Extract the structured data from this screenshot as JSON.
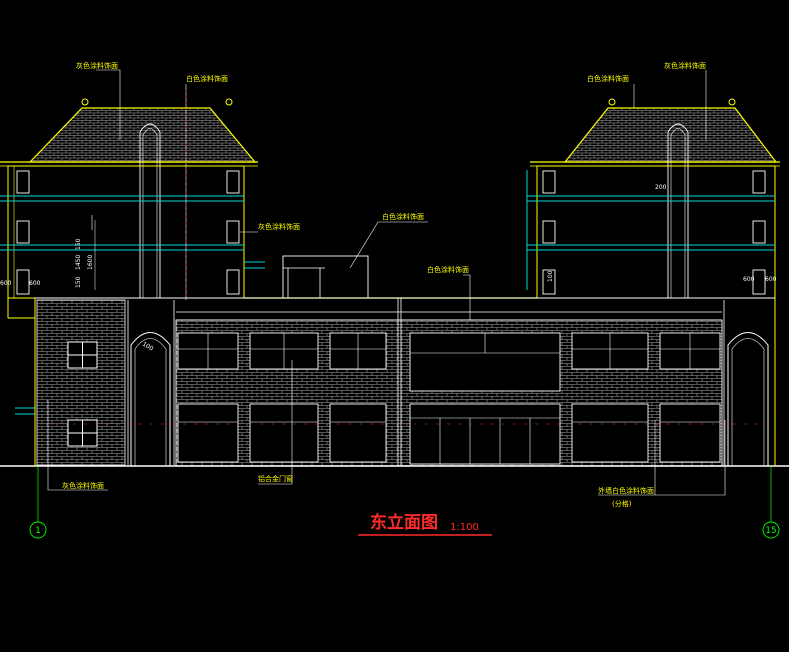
{
  "drawing": {
    "title": "东立面图",
    "scale": "1:100",
    "axis_left": "1",
    "axis_right": "15"
  },
  "annotations": {
    "tl_roof": "灰色涂料饰面",
    "tc_roof": "白色涂料饰面",
    "tr_roof_a": "白色涂料饰面",
    "tr_roof_b": "灰色涂料饰面",
    "left_mid": "灰色涂料饰面",
    "center_top": "白色涂料饰面",
    "center_mid": "白色涂料饰面",
    "bottom_left": "灰色涂料饰面",
    "bottom_center": "铝合金门窗",
    "bottom_right_1": "外墙白色涂料饰面",
    "bottom_right_2": "(分格)"
  },
  "dimensions": {
    "d1": "150",
    "d2": "1450",
    "d3": "150",
    "d4": "1600",
    "d5": "600",
    "d6": "600",
    "d7": "100",
    "d8": "200",
    "d9": "100",
    "d10": "600",
    "d11": "600"
  },
  "colors": {
    "brick": "#c0c0c0",
    "outline_yellow": "#ffff00",
    "cyan": "#00d8d8",
    "title_red": "#ff2a2a",
    "axis_green": "#00ff00"
  }
}
